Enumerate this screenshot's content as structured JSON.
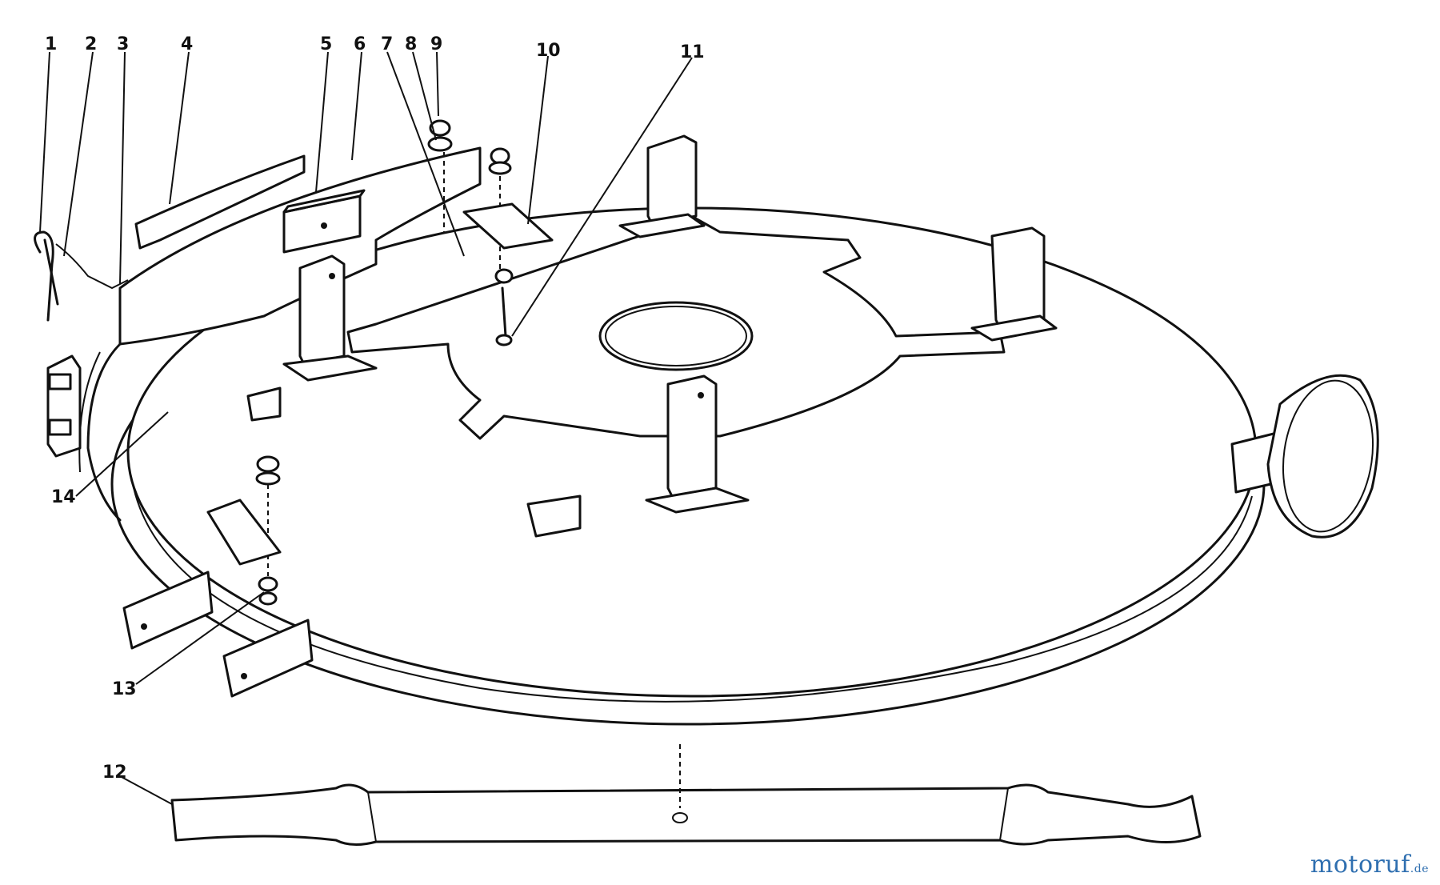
{
  "callouts": [
    "1",
    "2",
    "3",
    "4",
    "5",
    "6",
    "7",
    "8",
    "9",
    "10",
    "11",
    "12",
    "13",
    "14"
  ],
  "watermark": {
    "main": "motoruf",
    "suffix": ".de"
  },
  "colors": {
    "ink": "#111111",
    "paper": "#ffffff",
    "watermark": "#2f6fb0"
  }
}
